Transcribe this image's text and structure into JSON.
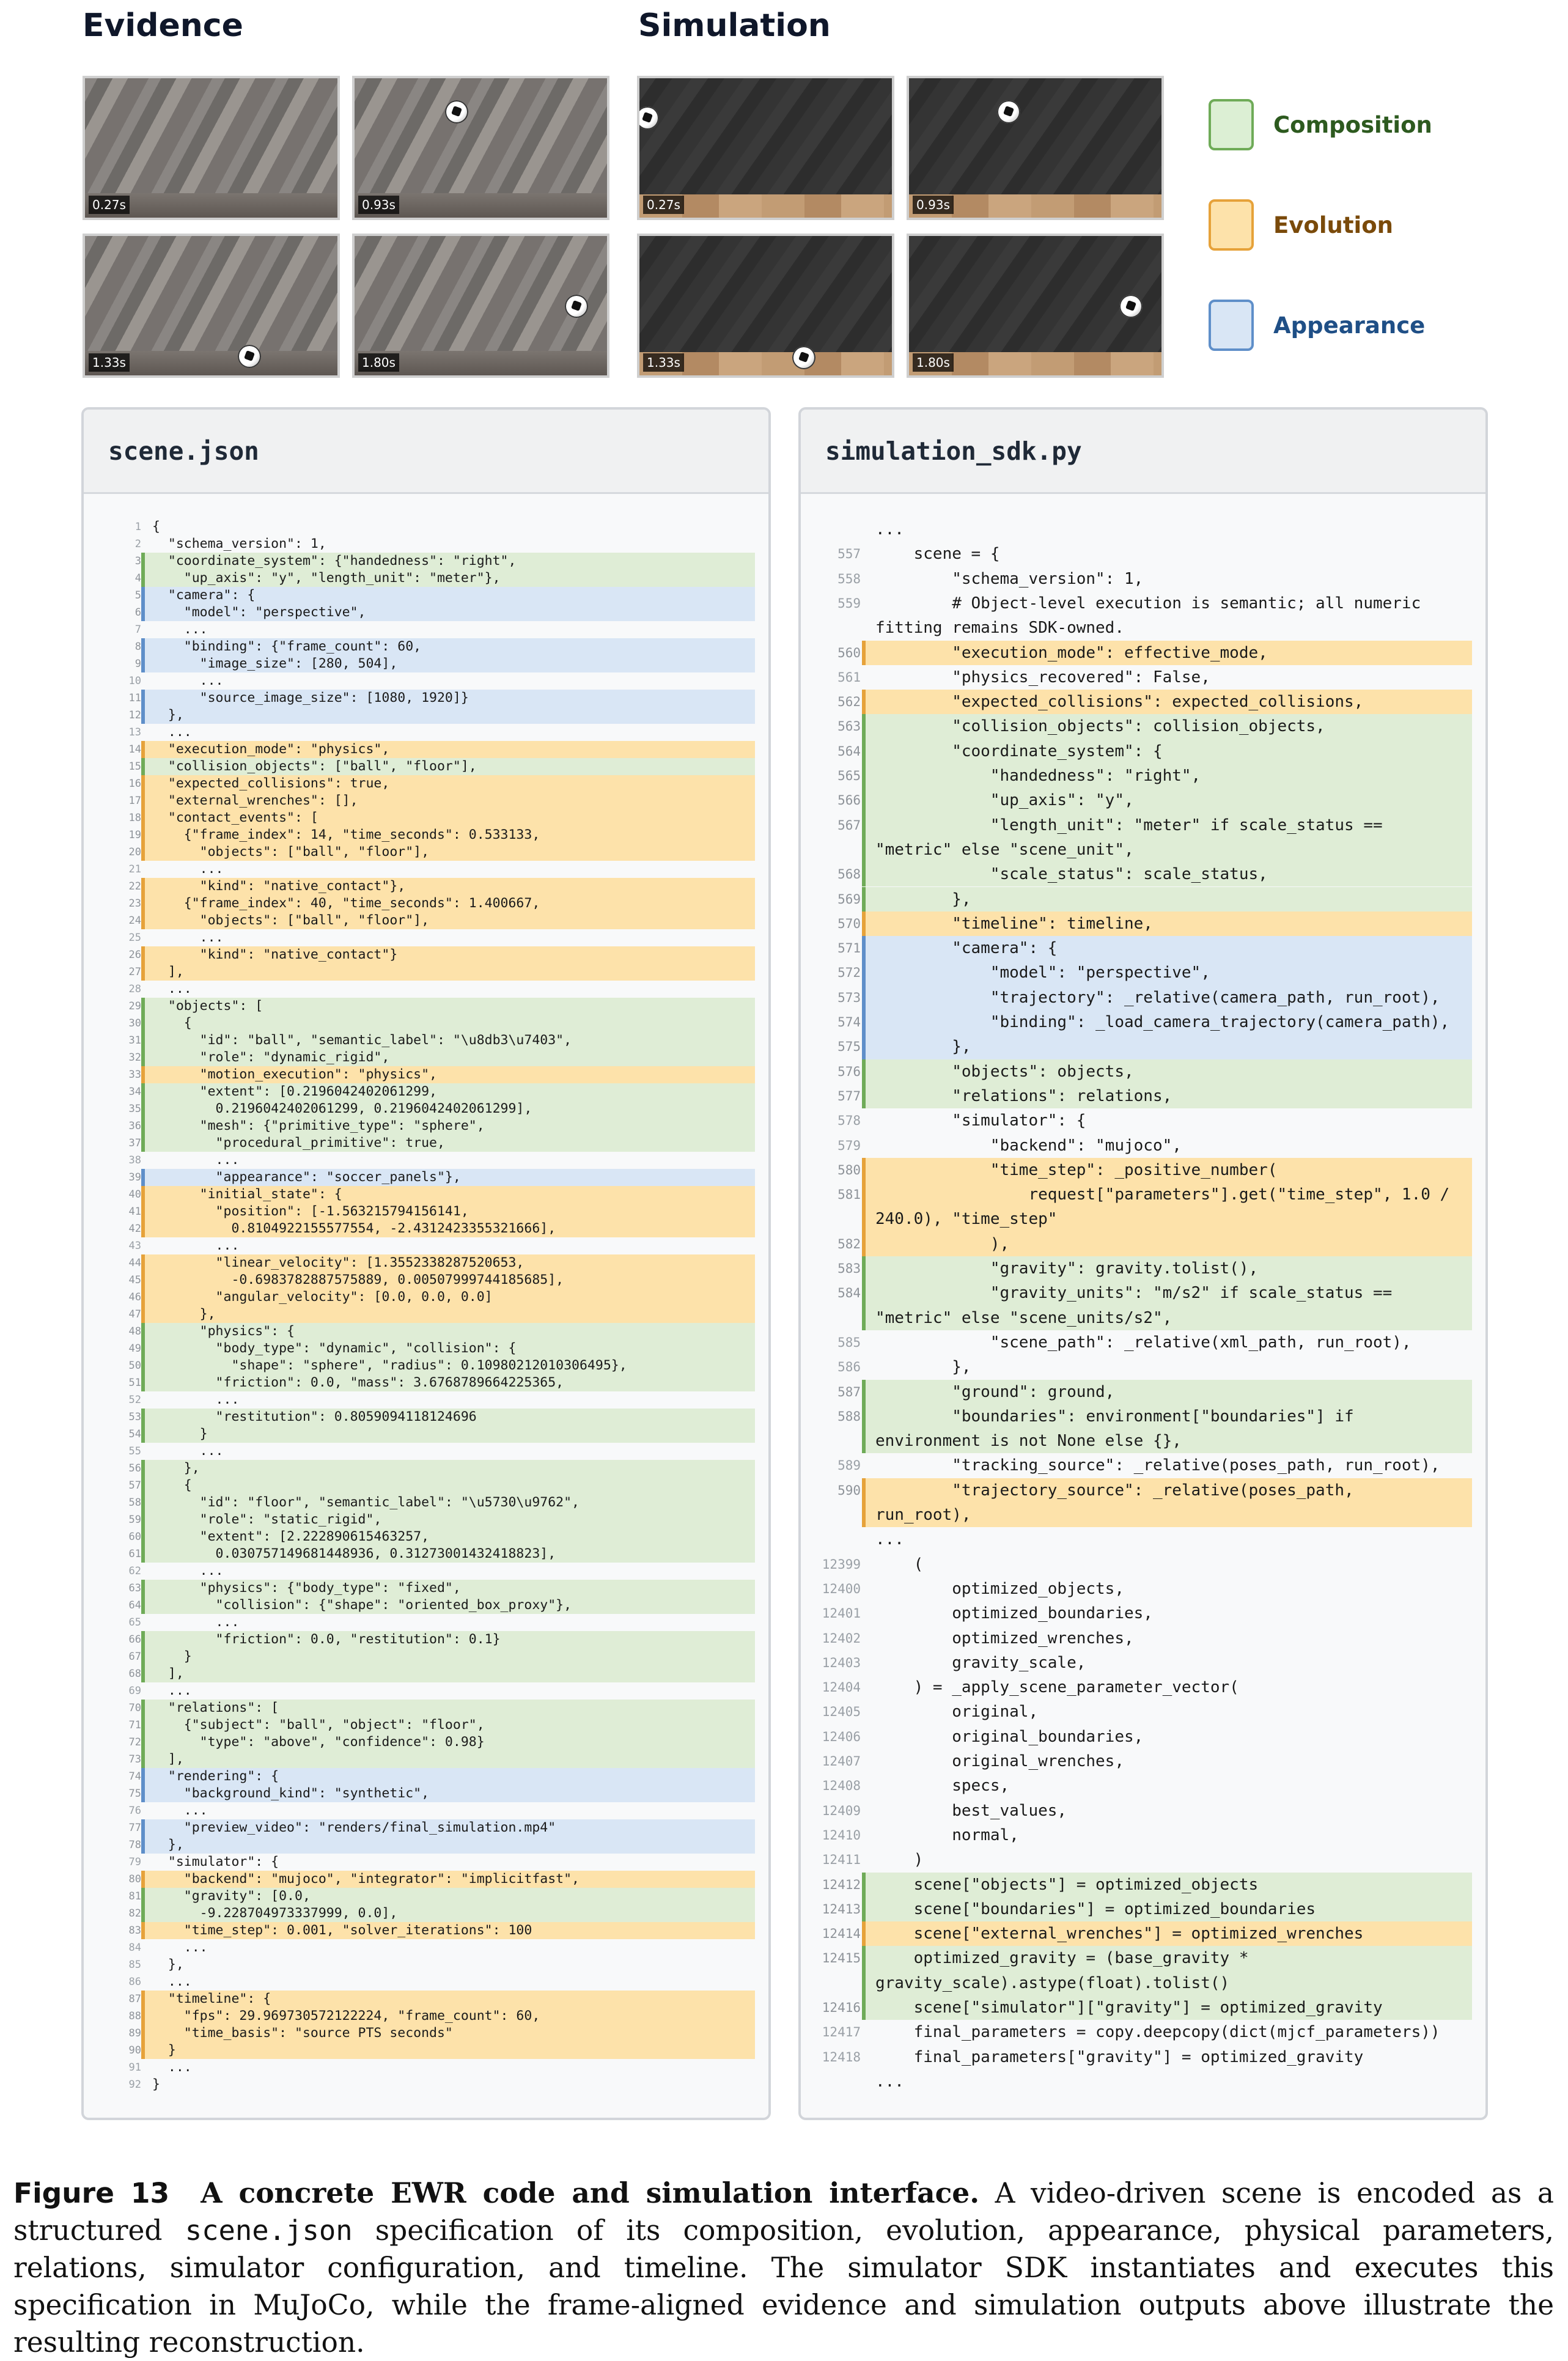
{
  "headings": {
    "evidence": "Evidence",
    "simulation": "Simulation"
  },
  "evidence_frames": [
    "0.27s",
    "0.93s",
    "1.33s",
    "1.80s"
  ],
  "simulation_frames": [
    "0.27s",
    "0.93s",
    "1.33s",
    "1.80s"
  ],
  "legend": [
    {
      "label": "Composition",
      "fill": "#dcefd4",
      "border": "#6fab58",
      "text_color": "#2d5a1f"
    },
    {
      "label": "Evolution",
      "fill": "#fde2aa",
      "border": "#e6a23a",
      "text_color": "#7a4a0a"
    },
    {
      "label": "Appearance",
      "fill": "#d9e6f5",
      "border": "#5f8fc9",
      "text_color": "#1f4f86"
    }
  ],
  "json_panel": {
    "title": "scene.json",
    "lines": [
      {
        "n": "1",
        "t": "{",
        "c": ""
      },
      {
        "n": "2",
        "t": "  \"schema_version\": 1,",
        "c": ""
      },
      {
        "n": "3",
        "t": "  \"coordinate_system\": {\"handedness\": \"right\",",
        "c": "composition"
      },
      {
        "n": "4",
        "t": "    \"up_axis\": \"y\", \"length_unit\": \"meter\"},",
        "c": "composition"
      },
      {
        "n": "5",
        "t": "  \"camera\": {",
        "c": "appearance"
      },
      {
        "n": "6",
        "t": "    \"model\": \"perspective\",",
        "c": "appearance"
      },
      {
        "n": "7",
        "t": "    ...",
        "c": ""
      },
      {
        "n": "8",
        "t": "    \"binding\": {\"frame_count\": 60,",
        "c": "appearance"
      },
      {
        "n": "9",
        "t": "      \"image_size\": [280, 504],",
        "c": "appearance"
      },
      {
        "n": "10",
        "t": "      ...",
        "c": ""
      },
      {
        "n": "11",
        "t": "      \"source_image_size\": [1080, 1920]}",
        "c": "appearance"
      },
      {
        "n": "12",
        "t": "  },",
        "c": "appearance"
      },
      {
        "n": "13",
        "t": "  ...",
        "c": ""
      },
      {
        "n": "14",
        "t": "  \"execution_mode\": \"physics\",",
        "c": "evolution"
      },
      {
        "n": "15",
        "t": "  \"collision_objects\": [\"ball\", \"floor\"],",
        "c": "composition"
      },
      {
        "n": "16",
        "t": "  \"expected_collisions\": true,",
        "c": "evolution"
      },
      {
        "n": "17",
        "t": "  \"external_wrenches\": [],",
        "c": "evolution"
      },
      {
        "n": "18",
        "t": "  \"contact_events\": [",
        "c": "evolution"
      },
      {
        "n": "19",
        "t": "    {\"frame_index\": 14, \"time_seconds\": 0.533133,",
        "c": "evolution"
      },
      {
        "n": "20",
        "t": "      \"objects\": [\"ball\", \"floor\"],",
        "c": "evolution"
      },
      {
        "n": "21",
        "t": "      ...",
        "c": ""
      },
      {
        "n": "22",
        "t": "      \"kind\": \"native_contact\"},",
        "c": "evolution"
      },
      {
        "n": "23",
        "t": "    {\"frame_index\": 40, \"time_seconds\": 1.400667,",
        "c": "evolution"
      },
      {
        "n": "24",
        "t": "      \"objects\": [\"ball\", \"floor\"],",
        "c": "evolution"
      },
      {
        "n": "25",
        "t": "      ...",
        "c": ""
      },
      {
        "n": "26",
        "t": "      \"kind\": \"native_contact\"}",
        "c": "evolution"
      },
      {
        "n": "27",
        "t": "  ],",
        "c": "evolution"
      },
      {
        "n": "28",
        "t": "  ...",
        "c": ""
      },
      {
        "n": "29",
        "t": "  \"objects\": [",
        "c": "composition"
      },
      {
        "n": "30",
        "t": "    {",
        "c": "composition"
      },
      {
        "n": "31",
        "t": "      \"id\": \"ball\", \"semantic_label\": \"\\u8db3\\u7403\",",
        "c": "composition"
      },
      {
        "n": "32",
        "t": "      \"role\": \"dynamic_rigid\",",
        "c": "composition"
      },
      {
        "n": "33",
        "t": "      \"motion_execution\": \"physics\",",
        "c": "evolution"
      },
      {
        "n": "34",
        "t": "      \"extent\": [0.2196042402061299,",
        "c": "composition"
      },
      {
        "n": "35",
        "t": "        0.2196042402061299, 0.2196042402061299],",
        "c": "composition"
      },
      {
        "n": "36",
        "t": "      \"mesh\": {\"primitive_type\": \"sphere\",",
        "c": "composition"
      },
      {
        "n": "37",
        "t": "        \"procedural_primitive\": true,",
        "c": "composition"
      },
      {
        "n": "38",
        "t": "        ...",
        "c": ""
      },
      {
        "n": "39",
        "t": "        \"appearance\": \"soccer_panels\"},",
        "c": "appearance"
      },
      {
        "n": "40",
        "t": "      \"initial_state\": {",
        "c": "evolution"
      },
      {
        "n": "41",
        "t": "        \"position\": [-1.563215794156141,",
        "c": "evolution"
      },
      {
        "n": "42",
        "t": "          0.8104922155577554, -2.4312423355321666],",
        "c": "evolution"
      },
      {
        "n": "43",
        "t": "        ...",
        "c": ""
      },
      {
        "n": "44",
        "t": "        \"linear_velocity\": [1.3552338287520653,",
        "c": "evolution"
      },
      {
        "n": "45",
        "t": "          -0.6983782887575889, 0.00507999744185685],",
        "c": "evolution"
      },
      {
        "n": "46",
        "t": "        \"angular_velocity\": [0.0, 0.0, 0.0]",
        "c": "evolution"
      },
      {
        "n": "47",
        "t": "      },",
        "c": "evolution"
      },
      {
        "n": "48",
        "t": "      \"physics\": {",
        "c": "composition"
      },
      {
        "n": "49",
        "t": "        \"body_type\": \"dynamic\", \"collision\": {",
        "c": "composition"
      },
      {
        "n": "50",
        "t": "          \"shape\": \"sphere\", \"radius\": 0.10980212010306495},",
        "c": "composition"
      },
      {
        "n": "51",
        "t": "        \"friction\": 0.0, \"mass\": 3.6768789664225365,",
        "c": "composition"
      },
      {
        "n": "52",
        "t": "        ...",
        "c": ""
      },
      {
        "n": "53",
        "t": "        \"restitution\": 0.8059094118124696",
        "c": "composition"
      },
      {
        "n": "54",
        "t": "      }",
        "c": "composition"
      },
      {
        "n": "55",
        "t": "      ...",
        "c": ""
      },
      {
        "n": "56",
        "t": "    },",
        "c": "composition"
      },
      {
        "n": "57",
        "t": "    {",
        "c": "composition"
      },
      {
        "n": "58",
        "t": "      \"id\": \"floor\", \"semantic_label\": \"\\u5730\\u9762\",",
        "c": "composition"
      },
      {
        "n": "59",
        "t": "      \"role\": \"static_rigid\",",
        "c": "composition"
      },
      {
        "n": "60",
        "t": "      \"extent\": [2.222890615463257,",
        "c": "composition"
      },
      {
        "n": "61",
        "t": "        0.030757149681448936, 0.31273001432418823],",
        "c": "composition"
      },
      {
        "n": "62",
        "t": "      ...",
        "c": ""
      },
      {
        "n": "63",
        "t": "      \"physics\": {\"body_type\": \"fixed\",",
        "c": "composition"
      },
      {
        "n": "64",
        "t": "        \"collision\": {\"shape\": \"oriented_box_proxy\"},",
        "c": "composition"
      },
      {
        "n": "65",
        "t": "        ...",
        "c": ""
      },
      {
        "n": "66",
        "t": "        \"friction\": 0.0, \"restitution\": 0.1}",
        "c": "composition"
      },
      {
        "n": "67",
        "t": "    }",
        "c": "composition"
      },
      {
        "n": "68",
        "t": "  ],",
        "c": "composition"
      },
      {
        "n": "69",
        "t": "  ...",
        "c": ""
      },
      {
        "n": "70",
        "t": "  \"relations\": [",
        "c": "composition"
      },
      {
        "n": "71",
        "t": "    {\"subject\": \"ball\", \"object\": \"floor\",",
        "c": "composition"
      },
      {
        "n": "72",
        "t": "      \"type\": \"above\", \"confidence\": 0.98}",
        "c": "composition"
      },
      {
        "n": "73",
        "t": "  ],",
        "c": "composition"
      },
      {
        "n": "74",
        "t": "  \"rendering\": {",
        "c": "appearance"
      },
      {
        "n": "75",
        "t": "    \"background_kind\": \"synthetic\",",
        "c": "appearance"
      },
      {
        "n": "76",
        "t": "    ...",
        "c": ""
      },
      {
        "n": "77",
        "t": "    \"preview_video\": \"renders/final_simulation.mp4\"",
        "c": "appearance"
      },
      {
        "n": "78",
        "t": "  },",
        "c": "appearance"
      },
      {
        "n": "79",
        "t": "  \"simulator\": {",
        "c": ""
      },
      {
        "n": "80",
        "t": "    \"backend\": \"mujoco\", \"integrator\": \"implicitfast\",",
        "c": "evolution"
      },
      {
        "n": "81",
        "t": "    \"gravity\": [0.0,",
        "c": "composition"
      },
      {
        "n": "82",
        "t": "      -9.228704973337999, 0.0],",
        "c": "composition"
      },
      {
        "n": "83",
        "t": "    \"time_step\": 0.001, \"solver_iterations\": 100",
        "c": "evolution"
      },
      {
        "n": "84",
        "t": "    ...",
        "c": ""
      },
      {
        "n": "85",
        "t": "  },",
        "c": ""
      },
      {
        "n": "86",
        "t": "  ...",
        "c": ""
      },
      {
        "n": "87",
        "t": "  \"timeline\": {",
        "c": "evolution"
      },
      {
        "n": "88",
        "t": "    \"fps\": 29.969730572122224, \"frame_count\": 60,",
        "c": "evolution"
      },
      {
        "n": "89",
        "t": "    \"time_basis\": \"source PTS seconds\"",
        "c": "evolution"
      },
      {
        "n": "90",
        "t": "  }",
        "c": "evolution"
      },
      {
        "n": "91",
        "t": "  ...",
        "c": ""
      },
      {
        "n": "92",
        "t": "}",
        "c": ""
      }
    ]
  },
  "py_panel": {
    "title": "simulation_sdk.py",
    "lines": [
      {
        "n": "",
        "t": "...",
        "c": ""
      },
      {
        "n": "557",
        "t": "    scene = {",
        "c": ""
      },
      {
        "n": "558",
        "t": "        \"schema_version\": 1,",
        "c": ""
      },
      {
        "n": "559",
        "t": "        # Object-level execution is semantic; all numeric",
        "c": ""
      },
      {
        "n": "",
        "t": "fitting remains SDK-owned.",
        "c": ""
      },
      {
        "n": "560",
        "t": "        \"execution_mode\": effective_mode,",
        "c": "evolution"
      },
      {
        "n": "561",
        "t": "        \"physics_recovered\": False,",
        "c": ""
      },
      {
        "n": "562",
        "t": "        \"expected_collisions\": expected_collisions,",
        "c": "evolution"
      },
      {
        "n": "563",
        "t": "        \"collision_objects\": collision_objects,",
        "c": "composition"
      },
      {
        "n": "564",
        "t": "        \"coordinate_system\": {",
        "c": "composition"
      },
      {
        "n": "565",
        "t": "            \"handedness\": \"right\",",
        "c": "composition"
      },
      {
        "n": "566",
        "t": "            \"up_axis\": \"y\",",
        "c": "composition"
      },
      {
        "n": "567",
        "t": "            \"length_unit\": \"meter\" if scale_status ==",
        "c": "composition"
      },
      {
        "n": "",
        "t": "\"metric\" else \"scene_unit\",",
        "c": "composition"
      },
      {
        "n": "568",
        "t": "            \"scale_status\": scale_status,",
        "c": "composition"
      },
      {
        "n": "569",
        "t": "        },",
        "c": "composition"
      },
      {
        "n": "570",
        "t": "        \"timeline\": timeline,",
        "c": "evolution"
      },
      {
        "n": "571",
        "t": "        \"camera\": {",
        "c": "appearance"
      },
      {
        "n": "572",
        "t": "            \"model\": \"perspective\",",
        "c": "appearance"
      },
      {
        "n": "573",
        "t": "            \"trajectory\": _relative(camera_path, run_root),",
        "c": "appearance"
      },
      {
        "n": "574",
        "t": "            \"binding\": _load_camera_trajectory(camera_path),",
        "c": "appearance"
      },
      {
        "n": "575",
        "t": "        },",
        "c": "appearance"
      },
      {
        "n": "576",
        "t": "        \"objects\": objects,",
        "c": "composition"
      },
      {
        "n": "577",
        "t": "        \"relations\": relations,",
        "c": "composition"
      },
      {
        "n": "578",
        "t": "        \"simulator\": {",
        "c": ""
      },
      {
        "n": "579",
        "t": "            \"backend\": \"mujoco\",",
        "c": ""
      },
      {
        "n": "580",
        "t": "            \"time_step\": _positive_number(",
        "c": "evolution"
      },
      {
        "n": "581",
        "t": "                request[\"parameters\"].get(\"time_step\", 1.0 /",
        "c": "evolution"
      },
      {
        "n": "",
        "t": "240.0), \"time_step\"",
        "c": "evolution"
      },
      {
        "n": "582",
        "t": "            ),",
        "c": "evolution"
      },
      {
        "n": "583",
        "t": "            \"gravity\": gravity.tolist(),",
        "c": "composition"
      },
      {
        "n": "584",
        "t": "            \"gravity_units\": \"m/s2\" if scale_status ==",
        "c": "composition"
      },
      {
        "n": "",
        "t": "\"metric\" else \"scene_units/s2\",",
        "c": "composition"
      },
      {
        "n": "585",
        "t": "            \"scene_path\": _relative(xml_path, run_root),",
        "c": ""
      },
      {
        "n": "586",
        "t": "        },",
        "c": ""
      },
      {
        "n": "587",
        "t": "        \"ground\": ground,",
        "c": "composition"
      },
      {
        "n": "588",
        "t": "        \"boundaries\": environment[\"boundaries\"] if",
        "c": "composition"
      },
      {
        "n": "",
        "t": "environment is not None else {},",
        "c": "composition"
      },
      {
        "n": "589",
        "t": "        \"tracking_source\": _relative(poses_path, run_root),",
        "c": ""
      },
      {
        "n": "590",
        "t": "        \"trajectory_source\": _relative(poses_path,",
        "c": "evolution"
      },
      {
        "n": "",
        "t": "run_root),",
        "c": "evolution"
      },
      {
        "n": "",
        "t": "...",
        "c": ""
      },
      {
        "n": "12399",
        "t": "    (",
        "c": ""
      },
      {
        "n": "12400",
        "t": "        optimized_objects,",
        "c": ""
      },
      {
        "n": "12401",
        "t": "        optimized_boundaries,",
        "c": ""
      },
      {
        "n": "12402",
        "t": "        optimized_wrenches,",
        "c": ""
      },
      {
        "n": "12403",
        "t": "        gravity_scale,",
        "c": ""
      },
      {
        "n": "12404",
        "t": "    ) = _apply_scene_parameter_vector(",
        "c": ""
      },
      {
        "n": "12405",
        "t": "        original,",
        "c": ""
      },
      {
        "n": "12406",
        "t": "        original_boundaries,",
        "c": ""
      },
      {
        "n": "12407",
        "t": "        original_wrenches,",
        "c": ""
      },
      {
        "n": "12408",
        "t": "        specs,",
        "c": ""
      },
      {
        "n": "12409",
        "t": "        best_values,",
        "c": ""
      },
      {
        "n": "12410",
        "t": "        normal,",
        "c": ""
      },
      {
        "n": "12411",
        "t": "    )",
        "c": ""
      },
      {
        "n": "12412",
        "t": "    scene[\"objects\"] = optimized_objects",
        "c": "composition"
      },
      {
        "n": "12413",
        "t": "    scene[\"boundaries\"] = optimized_boundaries",
        "c": "composition"
      },
      {
        "n": "12414",
        "t": "    scene[\"external_wrenches\"] = optimized_wrenches",
        "c": "evolution"
      },
      {
        "n": "12415",
        "t": "    optimized_gravity = (base_gravity *",
        "c": "composition"
      },
      {
        "n": "",
        "t": "gravity_scale).astype(float).tolist()",
        "c": "composition"
      },
      {
        "n": "12416",
        "t": "    scene[\"simulator\"][\"gravity\"] = optimized_gravity",
        "c": "composition"
      },
      {
        "n": "12417",
        "t": "    final_parameters = copy.deepcopy(dict(mjcf_parameters))",
        "c": ""
      },
      {
        "n": "12418",
        "t": "    final_parameters[\"gravity\"] = optimized_gravity",
        "c": ""
      },
      {
        "n": "",
        "t": "...",
        "c": ""
      }
    ]
  },
  "caption": {
    "figure_label": "Figure 13",
    "title": "A concrete EWR code and simulation interface.",
    "body_1": "A video-driven scene is encoded as a structured",
    "code_term": "scene.json",
    "body_2": "specification of its composition, evolution, appearance, physical parameters, relations, simulator configuration, and timeline. The simulator SDK instantiates and executes this specification in MuJoCo, while the frame-aligned evidence and simulation outputs above illustrate the resulting reconstruction."
  }
}
